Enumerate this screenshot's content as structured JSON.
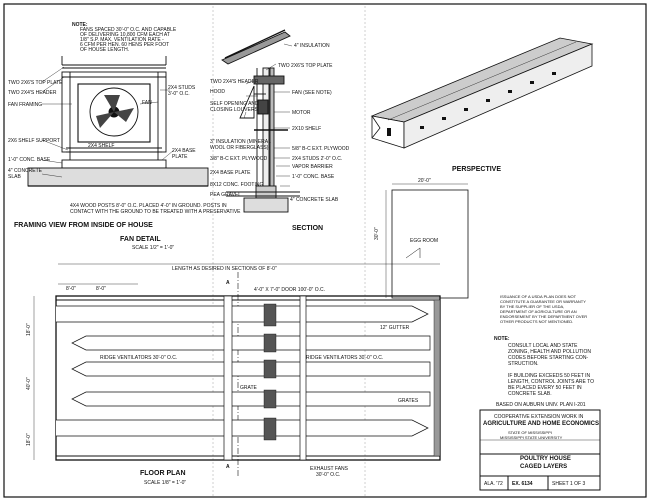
{
  "fan_detail": {
    "note_title": "NOTE:",
    "note_lines": [
      "FANS SPACED 30'-0\" O.C. AND CAPABLE",
      "OF DELIVERING 10,800 CFM EACH AT",
      "1/8\" S.P. MAX. VENTILATION RATE -",
      "6 CFM PER HEN. 60 HENS PER FOOT",
      "OF HOUSE LENGTH."
    ],
    "labels": {
      "top_plate": "TWO 2x6's TOP PLATE",
      "header": "TWO 2x4's HEADER",
      "fan_framing": "FAN FRAMING",
      "studs": "2x4 STUDS",
      "studs_oc": "3'-0\" O.C.",
      "fan": "FAN",
      "shelf_support": "2x6 SHELF SUPPORT",
      "shelf": "2x4 SHELF",
      "conc_base": "1'-0\" CONC. BASE",
      "base_plate": "2x4 BASE",
      "base_plate2": "PLATE",
      "slab": "4\" CONCRETE",
      "slab2": "SLAB",
      "posts_1": "4x4 WOOD POSTS 8'-0\" O.C. PLACED 4'-0\" IN GROUND. POSTS IN",
      "posts_2": "CONTACT WITH THE GROUND TO BE TREATED WITH A PRESERVATIVE"
    },
    "view_title": "FRAMING VIEW FROM INSIDE OF HOUSE",
    "title": "FAN DETAIL",
    "scale": "SCALE 1/2\" = 1'-0\""
  },
  "section": {
    "labels": {
      "insulation": "4\" INSULATION",
      "top_plate": "TWO 2x6's TOP PLATE",
      "header": "TWO 2x4's HEADER",
      "hood": "HOOD",
      "fan": "FAN (SEE NOTE)",
      "louvers_1": "SELF OPENING AND",
      "louvers_2": "CLOSING LOUVERS",
      "motor": "MOTOR",
      "shelf": "2x10 SHELF",
      "wall_ins_1": "3\" INSULATION (MINERAL",
      "wall_ins_2": "WOOL OR FIBERGLASS)",
      "ext_ply": "5/8\" B-C EXT. PLYWOOD",
      "int_ply": "3/8\" B-C EXT. PLYWOOD",
      "studs": "2x4 STUDS 2'-0\" O.C.",
      "base_plate": "2x4 BASE PLATE",
      "vapor": "VAPOR BARRIER",
      "conc_base": "1'-0\" CONC. BASE",
      "footing": "8x12 CONC. FOOTING",
      "gravel": "PEA GRAVEL",
      "slab": "4\" CONCRETE SLAB"
    },
    "title": "SECTION"
  },
  "perspective": {
    "title": "PERSPECTIVE"
  },
  "egg_room": {
    "label": "EGG ROOM",
    "width": "20'-0\"",
    "depth": "30'-0\""
  },
  "floor_plan": {
    "length": "LENGTH AS DESIRED IN SECTIONS OF 8'-0\"",
    "dim_a": "8'-0\"",
    "dim_b": "8'-0\"",
    "door": "4'-0\" x 7'-0\" DOOR 100'-0\" O.C.",
    "gutter": "12\" GUTTER",
    "ridge_1": "RIDGE VENTILATORS 30'-0\" O.C.",
    "ridge_2": "RIDGE VENTILATORS 30'-0\" O.C.",
    "grate": "GRATE",
    "grates": "GRATES",
    "fans_1": "EXHAUST FANS",
    "fans_2": "30'-0\" O.C.",
    "side_dims": [
      "18'-0\"",
      "40'-0\"",
      "18'-0\""
    ],
    "section_mark": "A",
    "title": "FLOOR PLAN",
    "scale": "SCALE 1/8\" = 1'-0\""
  },
  "notes": {
    "nondiscrimination": [
      "ISSUANCE OF A USDA PLAN DOES NOT",
      "CONSTITUTE A GUARANTEE OR WARRANTY",
      "BY THE SUPPLIER OF THE USDA,",
      "DEPARTMENT OF AGRICULTURE OR AN",
      "ENDORSEMENT BY THE DEPARTMENT OVER",
      "OTHER PRODUCTS NOT MENTIONED."
    ],
    "title": "NOTE:",
    "lines": [
      "CONSULT LOCAL AND STATE",
      "ZONING, HEALTH AND POLLUTION",
      "CODES BEFORE STARTING CON-",
      "STRUCTION.",
      "",
      "IF BUILDING EXCEEDS 50 FEET IN",
      "LENGTH, CONTROL JOINTS ARE TO",
      "BE PLACED EVERY 50 FEET IN",
      "CONCRETE SLAB."
    ],
    "based_on": "BASED ON AUBURN UNIV. PLAN I-201"
  },
  "title_block": {
    "line1": "COOPERATIVE EXTENSION WORK IN",
    "line2": "AGRICULTURE AND HOME ECONOMICS",
    "line3": "STATE OF MISSISSIPPI",
    "line4": "MISSISSIPPI STATE UNIVERSITY",
    "title_1": "POULTRY HOUSE",
    "title_2": "CAGED LAYERS",
    "code": "ALA. '72",
    "plan_no": "EX. 6134",
    "sheet": "SHEET 1 OF 3"
  }
}
